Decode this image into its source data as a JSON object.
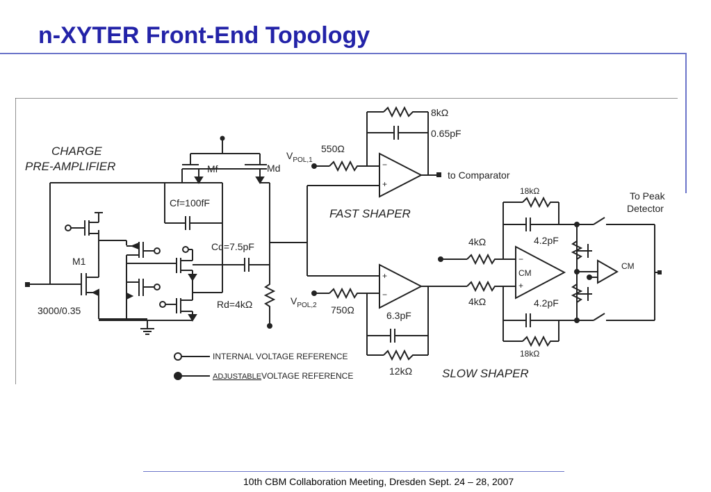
{
  "slide": {
    "title": "n-XYTER Front-End Topology",
    "footer": "10th CBM Collaboration Meeting, Dresden Sept. 24 – 28, 2007"
  },
  "diagram": {
    "blocks": {
      "charge_line1": "CHARGE",
      "charge_line2": "PRE-AMPLIFIER",
      "fast_shaper": "FAST  SHAPER",
      "slow_shaper": "SLOW  SHAPER"
    },
    "labels": {
      "mf": "Mf",
      "md": "Md",
      "cf": "Cf=100fF",
      "cd": "Cd=7.5pF",
      "rd": "Rd=4kΩ",
      "m1": "M1",
      "m1_size": "3000/0.35",
      "vpol1_main": "V",
      "vpol1_sub": "POL,1",
      "vpol2_main": "V",
      "vpol2_sub": "POL,2",
      "r550": "550Ω",
      "r8k": "8kΩ",
      "c065": "0.65pF",
      "to_comparator": "to Comparator",
      "r750": "750Ω",
      "c63": "6.3pF",
      "r12k": "12kΩ",
      "r18k_top": "18kΩ",
      "r4k_top": "4kΩ",
      "c42_top": "4.2pF",
      "cm_opamp": "CM",
      "r4k_bot": "4kΩ",
      "c42_bot": "4.2pF",
      "r18k_bot": "18kΩ",
      "peak_line1": "To Peak",
      "peak_line2": "Detector",
      "cm_buffer": "CM",
      "plus": "+",
      "minus": "−"
    },
    "legend": {
      "internal": "INTERNAL VOLTAGE REFERENCE",
      "adjustable_bold": "ADJUSTABLE",
      "adjustable_rest": "VOLTAGE REFERENCE"
    }
  }
}
